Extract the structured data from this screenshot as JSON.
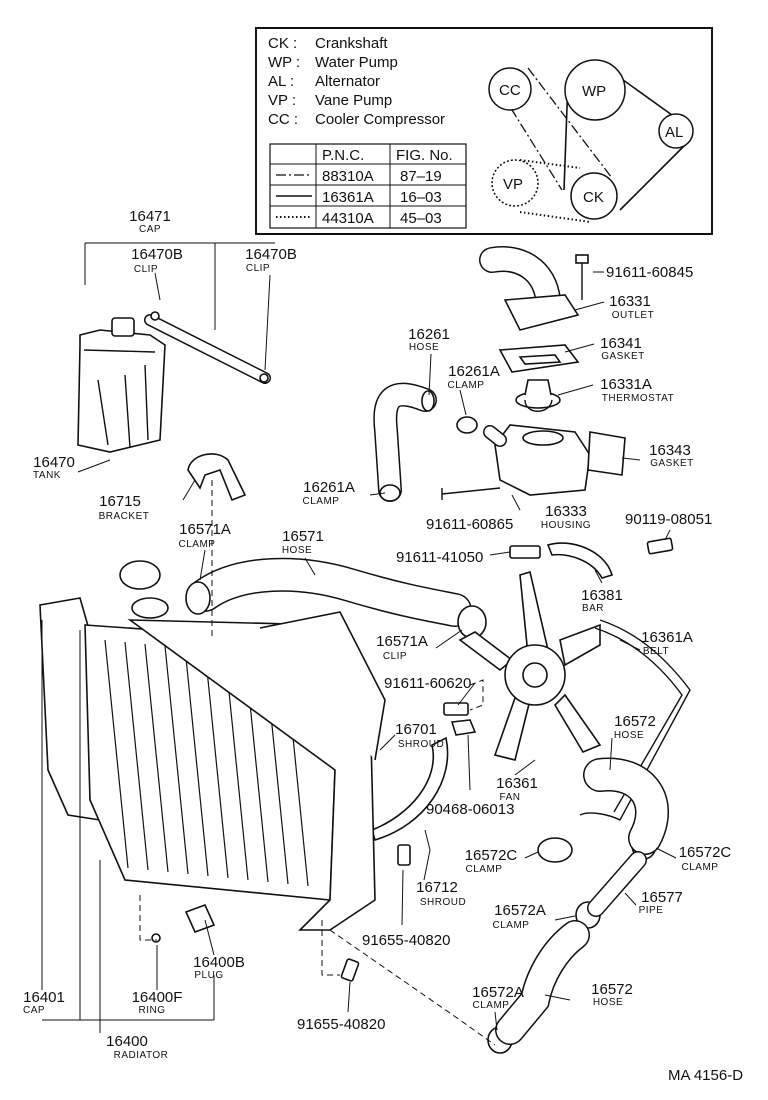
{
  "legend": {
    "abbreviations": [
      {
        "code": "CK :",
        "name": "Crankshaft"
      },
      {
        "code": "WP :",
        "name": "Water Pump"
      },
      {
        "code": "AL :",
        "name": "Alternator"
      },
      {
        "code": "VP :",
        "name": "Vane Pump"
      },
      {
        "code": "CC :",
        "name": "Cooler Compressor"
      }
    ],
    "table": {
      "headers": [
        "P.N.C.",
        "FIG. No."
      ],
      "rows": [
        {
          "pnc": "88310A",
          "fig": "87–19",
          "line_style": "dash-dot"
        },
        {
          "pnc": "16361A",
          "fig": "16–03",
          "line_style": "solid"
        },
        {
          "pnc": "44310A",
          "fig": "45–03",
          "line_style": "dotted"
        }
      ]
    },
    "pulleys": [
      "CC",
      "WP",
      "AL",
      "VP",
      "CK"
    ]
  },
  "parts": [
    {
      "id": "p16471",
      "number": "16471",
      "label": "CAP"
    },
    {
      "id": "p16470b1",
      "number": "16470B",
      "label": "CLIP"
    },
    {
      "id": "p16470b2",
      "number": "16470B",
      "label": "CLIP"
    },
    {
      "id": "p16470",
      "number": "16470",
      "label": "TANK"
    },
    {
      "id": "p16715",
      "number": "16715",
      "label": "BRACKET"
    },
    {
      "id": "p16571a1",
      "number": "16571A",
      "label": "CLAMP"
    },
    {
      "id": "p16571",
      "number": "16571",
      "label": "HOSE"
    },
    {
      "id": "p16261",
      "number": "16261",
      "label": "HOSE"
    },
    {
      "id": "p16261a1",
      "number": "16261A",
      "label": "CLAMP"
    },
    {
      "id": "p16261a2",
      "number": "16261A",
      "label": "CLAMP"
    },
    {
      "id": "p91611_60845",
      "number": "91611-60845",
      "label": ""
    },
    {
      "id": "p16331",
      "number": "16331",
      "label": "OUTLET"
    },
    {
      "id": "p16341",
      "number": "16341",
      "label": "GASKET"
    },
    {
      "id": "p16331a",
      "number": "16331A",
      "label": "THERMOSTAT"
    },
    {
      "id": "p16343",
      "number": "16343",
      "label": "GASKET"
    },
    {
      "id": "p91611_60865",
      "number": "91611-60865",
      "label": ""
    },
    {
      "id": "p16333",
      "number": "16333",
      "label": "HOUSING"
    },
    {
      "id": "p90119_08051",
      "number": "90119-08051",
      "label": ""
    },
    {
      "id": "p91611_41050",
      "number": "91611-41050",
      "label": ""
    },
    {
      "id": "p16381",
      "number": "16381",
      "label": "BAR"
    },
    {
      "id": "p16571a2",
      "number": "16571A",
      "label": "CLIP"
    },
    {
      "id": "p16361a",
      "number": "16361A",
      "label": "BELT"
    },
    {
      "id": "p91611_60620",
      "number": "91611-60620",
      "label": ""
    },
    {
      "id": "p16701",
      "number": "16701",
      "label": "SHROUD"
    },
    {
      "id": "p16572a",
      "number": "16572",
      "label": "HOSE"
    },
    {
      "id": "p16361",
      "number": "16361",
      "label": "FAN"
    },
    {
      "id": "p90468_06013",
      "number": "90468-06013",
      "label": ""
    },
    {
      "id": "p16572c1",
      "number": "16572C",
      "label": "CLAMP"
    },
    {
      "id": "p16572c2",
      "number": "16572C",
      "label": "CLAMP"
    },
    {
      "id": "p16712",
      "number": "16712",
      "label": "SHROUD"
    },
    {
      "id": "p16577",
      "number": "16577",
      "label": "PIPE"
    },
    {
      "id": "p16572a1",
      "number": "16572A",
      "label": "CLAMP"
    },
    {
      "id": "p91655_40820a",
      "number": "91655-40820",
      "label": ""
    },
    {
      "id": "p16400b",
      "number": "16400B",
      "label": "PLUG"
    },
    {
      "id": "p16572a2",
      "number": "16572A",
      "label": "CLAMP"
    },
    {
      "id": "p16572b",
      "number": "16572",
      "label": "HOSE"
    },
    {
      "id": "p16401",
      "number": "16401",
      "label": "CAP"
    },
    {
      "id": "p16400f",
      "number": "16400F",
      "label": "RING"
    },
    {
      "id": "p91655_40820b",
      "number": "91655-40820",
      "label": ""
    },
    {
      "id": "p16400",
      "number": "16400",
      "label": "RADIATOR"
    }
  ],
  "footer": {
    "code": "MA 4156-D"
  }
}
